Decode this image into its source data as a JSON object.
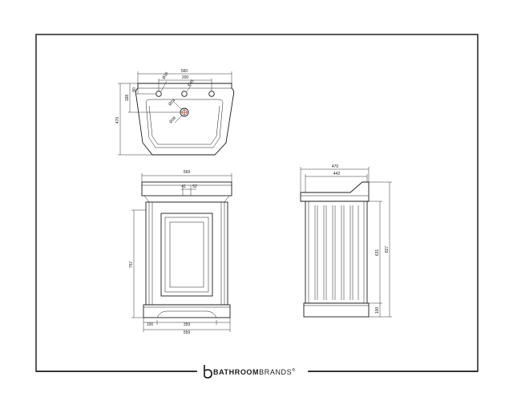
{
  "brand": {
    "strong": "BATHROOM",
    "light": "BRANDS",
    "mark": "®",
    "logo_icon": "b-letter-logo-icon"
  },
  "plan_view": {
    "width_total": "560",
    "tap_spacing": "200",
    "depth_total": "470",
    "depth_to_taps": "188",
    "tap_offset": "80",
    "tap_hole_dia": "Ø35",
    "waste_dia": "Ø45",
    "overflow_dia": "Ø24",
    "waste_label": "Ø38"
  },
  "front_view": {
    "top_width": "569",
    "waste_w": "41",
    "waste_h": "52",
    "height": "757",
    "plinth_left": "100",
    "plinth_inner": "359",
    "base_width": "559"
  },
  "side_view": {
    "top_depth": "470",
    "inner_depth": "442",
    "height_total": "827",
    "height_body": "631",
    "plinth_h": "100"
  }
}
